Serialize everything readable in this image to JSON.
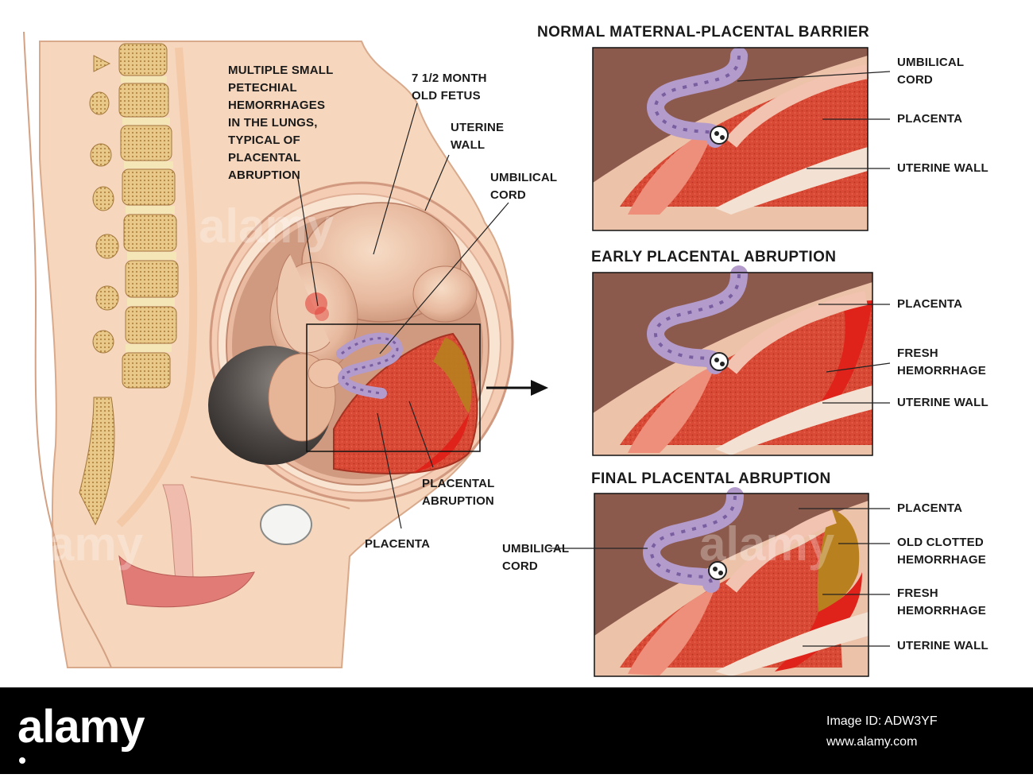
{
  "titles": {
    "normal": "NORMAL MATERNAL-PLACENTAL BARRIER",
    "early": "EARLY PLACENTAL ABRUPTION",
    "final": "FINAL PLACENTAL ABRUPTION"
  },
  "main_labels": {
    "petechial": "MULTIPLE SMALL\nPETECHIAL\nHEMORRHAGES\nIN THE LUNGS,\nTYPICAL OF\nPLACENTAL\nABRUPTION",
    "fetus": "7 1/2 MONTH\nOLD FETUS",
    "uterine_wall": "UTERINE\nWALL",
    "umbilical_cord": "UMBILICAL\nCORD",
    "placental_abruption": "PLACENTAL\nABRUPTION",
    "placenta": "PLACENTA"
  },
  "panel1_labels": {
    "umbilical_cord": "UMBILICAL\nCORD",
    "placenta": "PLACENTA",
    "uterine_wall": "UTERINE WALL"
  },
  "panel2_labels": {
    "placenta": "PLACENTA",
    "fresh_hemorrhage": "FRESH\nHEMORRHAGE",
    "uterine_wall": "UTERINE WALL"
  },
  "panel3_labels": {
    "umbilical_cord": "UMBILICAL\nCORD",
    "placenta": "PLACENTA",
    "old_clotted": "OLD CLOTTED\nHEMORRHAGE",
    "fresh_hemorrhage": "FRESH\nHEMORRHAGE",
    "uterine_wall": "UTERINE WALL"
  },
  "watermark": "alamy",
  "footer": {
    "brand": "alamy",
    "image_id": "Image ID: ADW3YF",
    "site": "www.alamy.com"
  },
  "colors": {
    "skin": "#f6d6bc",
    "placenta": "#d8402f",
    "uterine_bg": "#ecc2a9",
    "panel_dark": "#8c5a4c",
    "hemorrhage": "#e0231a",
    "clot": "#b8801e",
    "cord": "#b39bcc"
  }
}
